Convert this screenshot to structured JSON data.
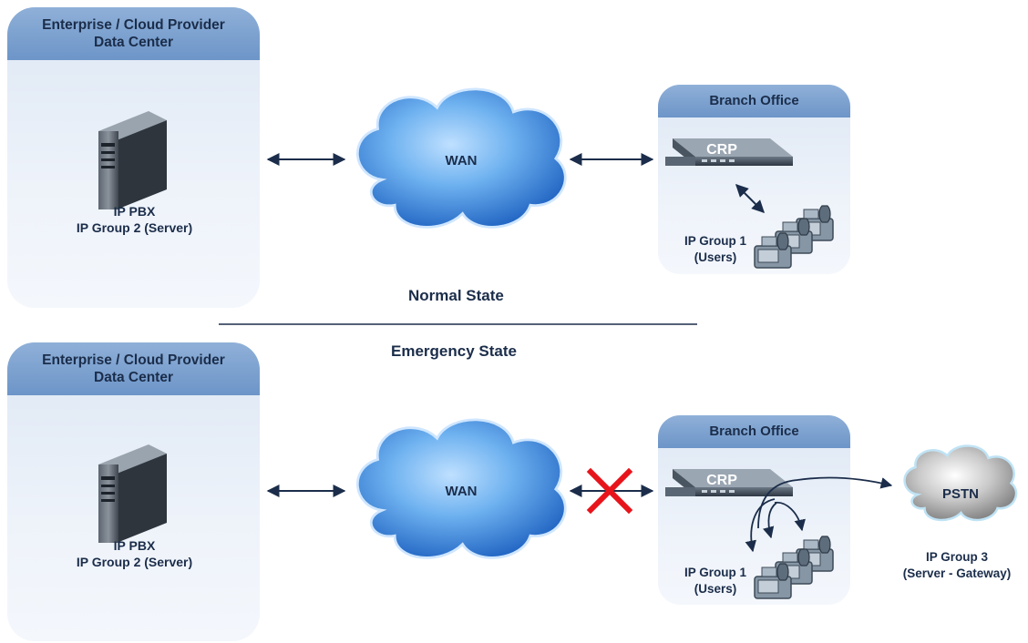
{
  "normal": {
    "datacenter_title_1": "Enterprise / Cloud Provider",
    "datacenter_title_2": "Data Center",
    "pbx_label_1": "IP PBX",
    "pbx_label_2": "IP Group 2 (Server)",
    "wan_label": "WAN",
    "branch_title": "Branch Office",
    "crp_label": "CRP",
    "users_label_1": "IP Group 1",
    "users_label_2": "(Users)",
    "state_label": "Normal State"
  },
  "emergency": {
    "datacenter_title_1": "Enterprise / Cloud Provider",
    "datacenter_title_2": "Data Center",
    "pbx_label_1": "IP PBX",
    "pbx_label_2": "IP Group 2 (Server)",
    "wan_label": "WAN",
    "branch_title": "Branch Office",
    "crp_label": "CRP",
    "users_label_1": "IP Group 1",
    "users_label_2": "(Users)",
    "pstn_label": "PSTN",
    "gateway_label_1": "IP Group 3",
    "gateway_label_2": "(Server - Gateway)",
    "state_label": "Emergency State"
  },
  "colors": {
    "panel_header": "#7a9fcf",
    "text": "#1b2d4a",
    "arrow": "#1b2d4a",
    "failure_x": "#e8141b"
  }
}
